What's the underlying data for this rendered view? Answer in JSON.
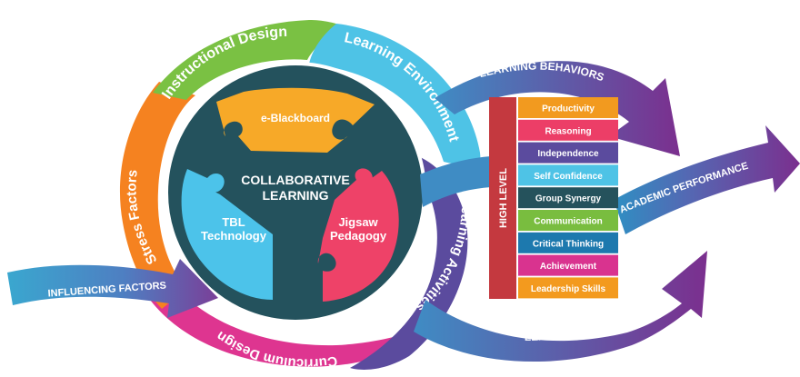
{
  "ring": {
    "instructional_design": "Instructional Design",
    "learning_environment": "Learning Environment",
    "stress_factors": "Stress Factors",
    "curriculum_design": "Curriculum Design",
    "learning_activities": "Learning Activities"
  },
  "center": {
    "line1": "COLLABORATIVE",
    "line2": "LEARNING",
    "puzzle_top": "e-Blackboard",
    "puzzle_left_line1": "TBL",
    "puzzle_left_line2": "Technology",
    "puzzle_right_line1": "Jigsaw",
    "puzzle_right_line2": "Pedagogy"
  },
  "arrows": {
    "influencing_factors": "INFLUENCING FACTORS",
    "learning_behaviors_top": "LEARNING BEHAVIORS",
    "learning_behaviors_bottom": "LEARNING BEHAVIORS",
    "academic_performance": "ACADEMIC PERFORMANCE"
  },
  "high_level": {
    "label": "HIGH LEVEL",
    "items": [
      {
        "text": "Productivity",
        "color": "#f29a1f"
      },
      {
        "text": "Reasoning",
        "color": "#ec3e67"
      },
      {
        "text": "Independence",
        "color": "#5b4b9e"
      },
      {
        "text": "Self Confidence",
        "color": "#4ec3e6"
      },
      {
        "text": "Group Synergy",
        "color": "#25525c"
      },
      {
        "text": "Communication",
        "color": "#79bd3f"
      },
      {
        "text": "Critical Thinking",
        "color": "#1d79ae"
      },
      {
        "text": "Achievement",
        "color": "#d9338f"
      },
      {
        "text": "Leadership Skills",
        "color": "#f39a1e"
      }
    ]
  },
  "colors": {
    "green": "#7ac143",
    "sky": "#4ec3e6",
    "orange": "#f58220",
    "magenta": "#de3590",
    "purple": "#5b4b9e",
    "dark_teal": "#24525d",
    "puzzle_yellow": "#f7a928",
    "puzzle_blue": "#4cc3ea",
    "puzzle_red": "#ee4268",
    "high_level_bar": "#c4393f"
  }
}
